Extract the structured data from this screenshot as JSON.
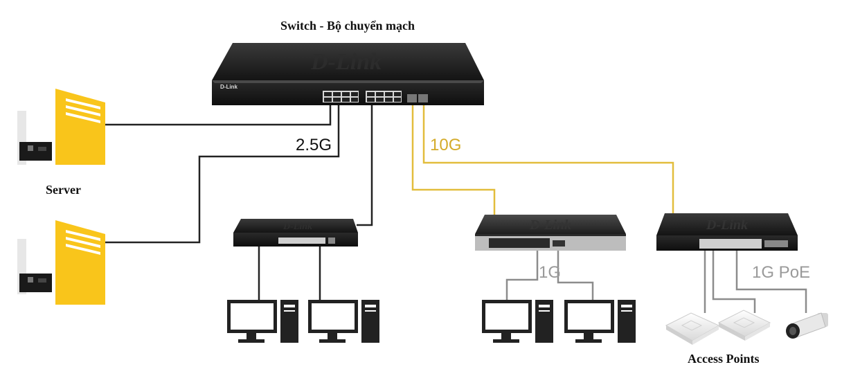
{
  "title": "Switch - Bộ chuyển mạch",
  "labels": {
    "server": "Server",
    "access_points": "Access Points",
    "speed_25g": "2.5G",
    "speed_10g": "10G",
    "speed_1g": "1G",
    "speed_1g_poe": "1G PoE"
  },
  "brand": "D-Link",
  "colors": {
    "server_yellow": "#f9c51b",
    "fiber_link": "#e2bd3c",
    "copper_link": "#222222",
    "client_link": "#8c8c8c",
    "switch_body": "#1e1e1e"
  },
  "icons": [
    "server-icon",
    "network-card-icon",
    "switch-icon",
    "desktop-computer-icon",
    "access-point-icon",
    "security-camera-icon"
  ]
}
